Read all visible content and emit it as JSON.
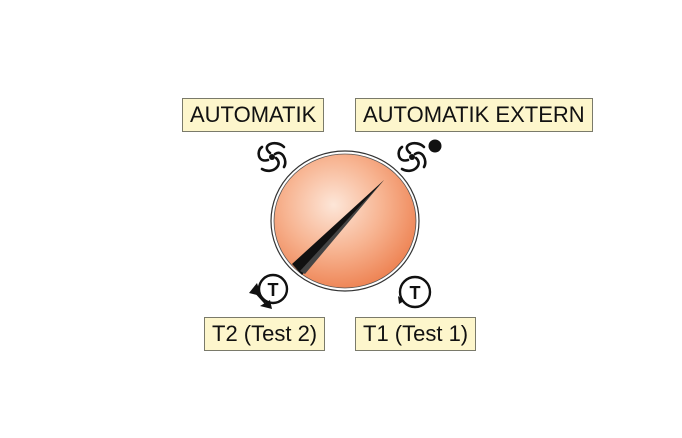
{
  "labels": {
    "automatik": "AUTOMATIK",
    "automatik_extern": "AUTOMATIK EXTERN",
    "t2": "T2 (Test 2)",
    "t1": "T1 (Test 1)"
  },
  "icons": {
    "automatik": "fan-swirl-icon",
    "automatik_extern": "fan-swirl-dot-icon",
    "t2": "test-rotate-icon",
    "t1": "test-icon"
  },
  "icon_letter": "T",
  "colors": {
    "dial_light": "#fde0cf",
    "dial_dark": "#ef8250",
    "pointer": "#111111",
    "label_bg": "#fdf6cc"
  }
}
